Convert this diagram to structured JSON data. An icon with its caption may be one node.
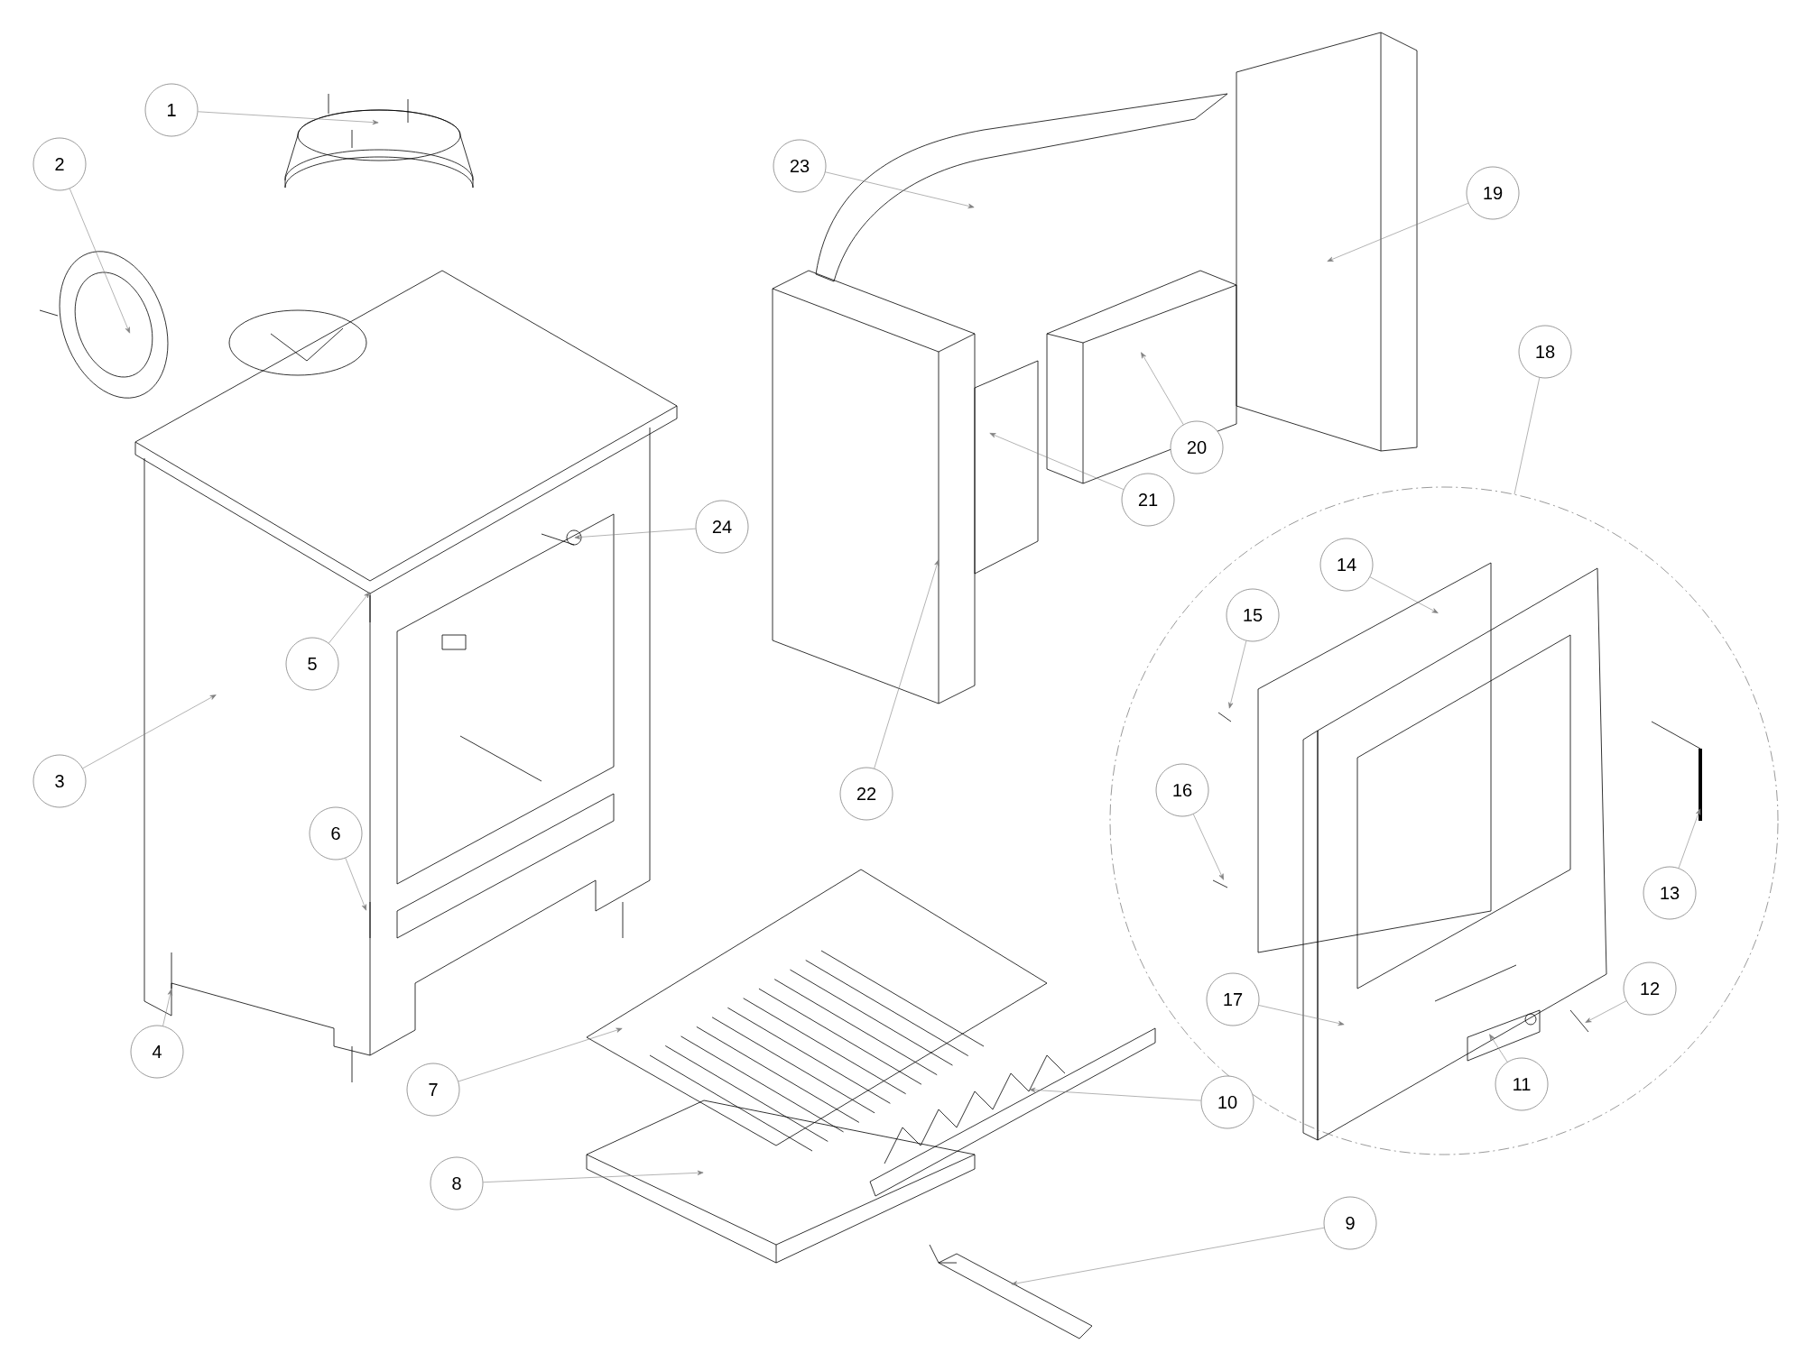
{
  "diagram": {
    "nodes": [
      {
        "text": [],
        "shape": "circle"
      },
      {
        "text": [
          "1"
        ]
      },
      {
        "text": [
          "2"
        ]
      },
      {
        "text": [
          "3"
        ]
      },
      {
        "text": [
          "4"
        ]
      },
      {
        "text": [
          "5"
        ]
      },
      {
        "text": [
          "6"
        ]
      },
      {
        "text": [
          "7"
        ]
      },
      {
        "text": [
          "8"
        ]
      },
      {
        "text": [
          "9"
        ]
      },
      {
        "text": [
          "10"
        ]
      },
      {
        "text": [
          "11"
        ],
        "in": 0
      },
      {
        "text": [
          "12"
        ],
        "in": 0
      },
      {
        "text": [
          "13"
        ],
        "in": 0
      },
      {
        "text": [
          "14"
        ],
        "in": 0
      },
      {
        "text": [
          "15"
        ],
        "in": 0
      },
      {
        "text": [
          "16"
        ],
        "in": 0
      },
      {
        "text": [
          "17"
        ],
        "in": 0
      },
      {
        "text": [
          "18"
        ]
      },
      {
        "text": [
          "19"
        ]
      },
      {
        "text": [
          "20"
        ]
      },
      {
        "text": [
          "21"
        ]
      },
      {
        "text": [
          "22"
        ]
      },
      {
        "text": [
          "23"
        ]
      },
      {
        "text": [
          "24"
        ]
      }
    ],
    "edges": [
      {
        "from": 1,
        "to": null,
        "arrow": "to"
      },
      {
        "from": 2,
        "to": null,
        "arrow": "to"
      },
      {
        "from": 3,
        "to": null,
        "arrow": "to"
      },
      {
        "from": 4,
        "to": null,
        "arrow": "to"
      },
      {
        "from": 5,
        "to": null,
        "arrow": "to"
      },
      {
        "from": 6,
        "to": null,
        "arrow": "to"
      },
      {
        "from": 7,
        "to": null,
        "arrow": "to"
      },
      {
        "from": 8,
        "to": null,
        "arrow": "to"
      },
      {
        "from": 9,
        "to": null,
        "arrow": "to"
      },
      {
        "from": 10,
        "to": null,
        "arrow": "to"
      },
      {
        "from": 11,
        "to": null,
        "arrow": "to"
      },
      {
        "from": 12,
        "to": null,
        "arrow": "to"
      },
      {
        "from": 13,
        "to": null,
        "arrow": "to"
      },
      {
        "from": 14,
        "to": null,
        "arrow": "to"
      },
      {
        "from": 15,
        "to": null,
        "arrow": "to"
      },
      {
        "from": 16,
        "to": null,
        "arrow": "to"
      },
      {
        "from": 17,
        "to": null,
        "arrow": "to"
      },
      {
        "from": 18,
        "to": 0,
        "arrow": "none"
      },
      {
        "from": 19,
        "to": null,
        "arrow": "to"
      },
      {
        "from": 20,
        "to": null,
        "arrow": "to"
      },
      {
        "from": 21,
        "to": null,
        "arrow": "to"
      },
      {
        "from": 22,
        "to": null,
        "arrow": "to"
      },
      {
        "from": 23,
        "to": null,
        "arrow": "to"
      },
      {
        "from": 24,
        "to": null,
        "arrow": "to"
      }
    ]
  }
}
